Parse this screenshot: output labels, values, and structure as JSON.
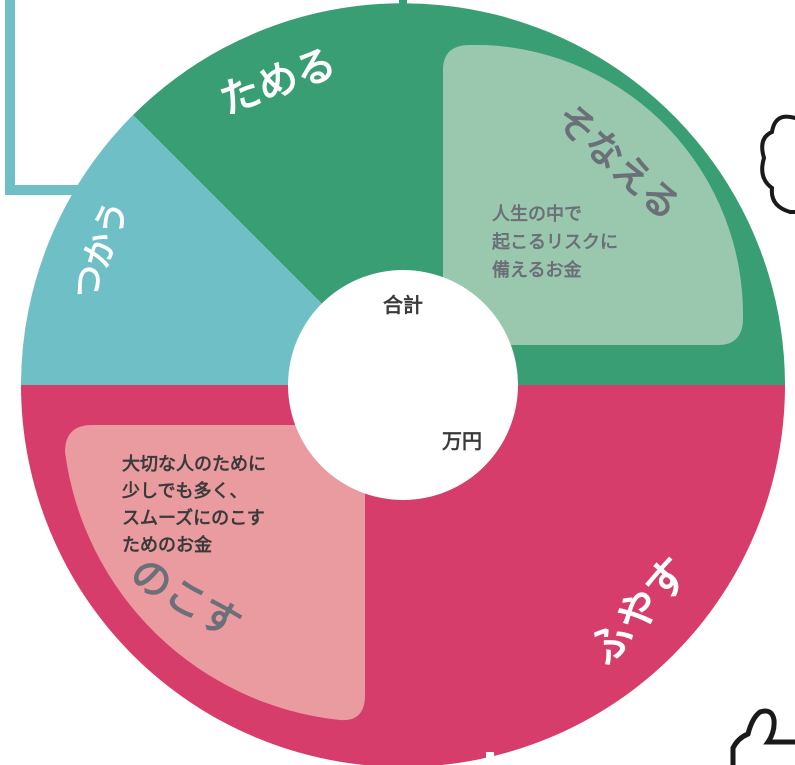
{
  "segments": {
    "tameru": {
      "label": "ためる",
      "color": "#3a9e75"
    },
    "tsukau": {
      "label": "つかう",
      "color": "#6fbfc6"
    },
    "fuyasu": {
      "label": "ふやす",
      "color": "#d63d6a"
    },
    "sonaeru": {
      "label": "そなえる",
      "panel_color": "#9ac8ae",
      "description": [
        "人生の中で",
        "起こるリスクに",
        "備えるお金"
      ]
    },
    "nokosu": {
      "label": "のこす",
      "panel_color": "#e99ba0",
      "description": [
        "大切な人のために",
        "少しでも多く、",
        "スムーズにのこす",
        "ためのお金"
      ]
    }
  },
  "center": {
    "title": "合計",
    "unit": "万円"
  },
  "colors": {
    "teal_frame": "#6fbfc6",
    "text_dark": "#3a3a3a",
    "text_grey": "#6b6f78",
    "outline": "#1a1a1a"
  }
}
